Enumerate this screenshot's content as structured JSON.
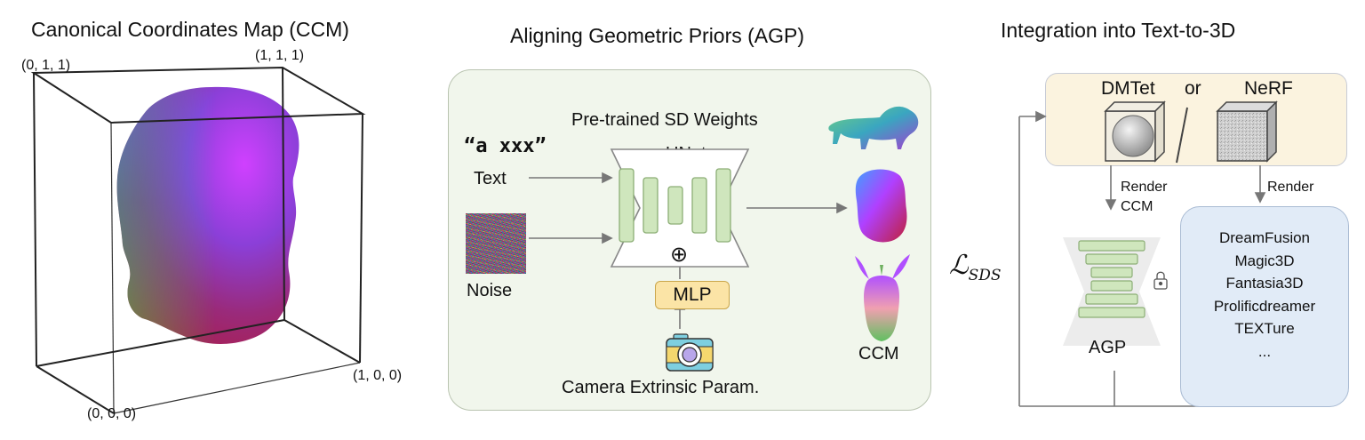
{
  "ccm_section": {
    "title": "Canonical Coordinates Map (CCM)",
    "corners": {
      "top_left_back": "(0, 1, 1)",
      "top_right_back": "(1, 1, 1)",
      "bottom_right": "(1, 0, 0)",
      "bottom_left": "(0, 0, 0)"
    }
  },
  "agp_section": {
    "title": "Aligning Geometric Priors (AGP)",
    "text_prompt": "“a xxx”",
    "text_label": "Text",
    "noise_label": "Noise",
    "weights_label": "Pre-trained SD Weights",
    "unet_label": "UNet",
    "plus_symbol": "⊕",
    "mlp_label": "MLP",
    "camera_label": "Camera Extrinsic Param.",
    "output_label": "CCM"
  },
  "integration_section": {
    "title": "Integration into Text-to-3D",
    "dmtet_label": "DMTet",
    "or_label": "or",
    "nerf_label": "NeRF",
    "render_ccm_line1": "Render",
    "render_ccm_line2": "CCM",
    "render_label": "Render",
    "loss_symbol": "ℒ",
    "loss_subscript": "SDS",
    "agp_label": "AGP",
    "lock_icon": "lock-icon",
    "methods": [
      "DreamFusion",
      "Magic3D",
      "Fantasia3D",
      "Prolificdreamer",
      "TEXTure",
      "..."
    ]
  },
  "colors": {
    "agp_panel_bg": "#f1f6ec",
    "unet_block": "#cfe6bd",
    "mlp_box": "#fbe4a6",
    "rep_panel_bg": "#fbf3df",
    "methods_panel_bg": "#e1ebf7"
  }
}
